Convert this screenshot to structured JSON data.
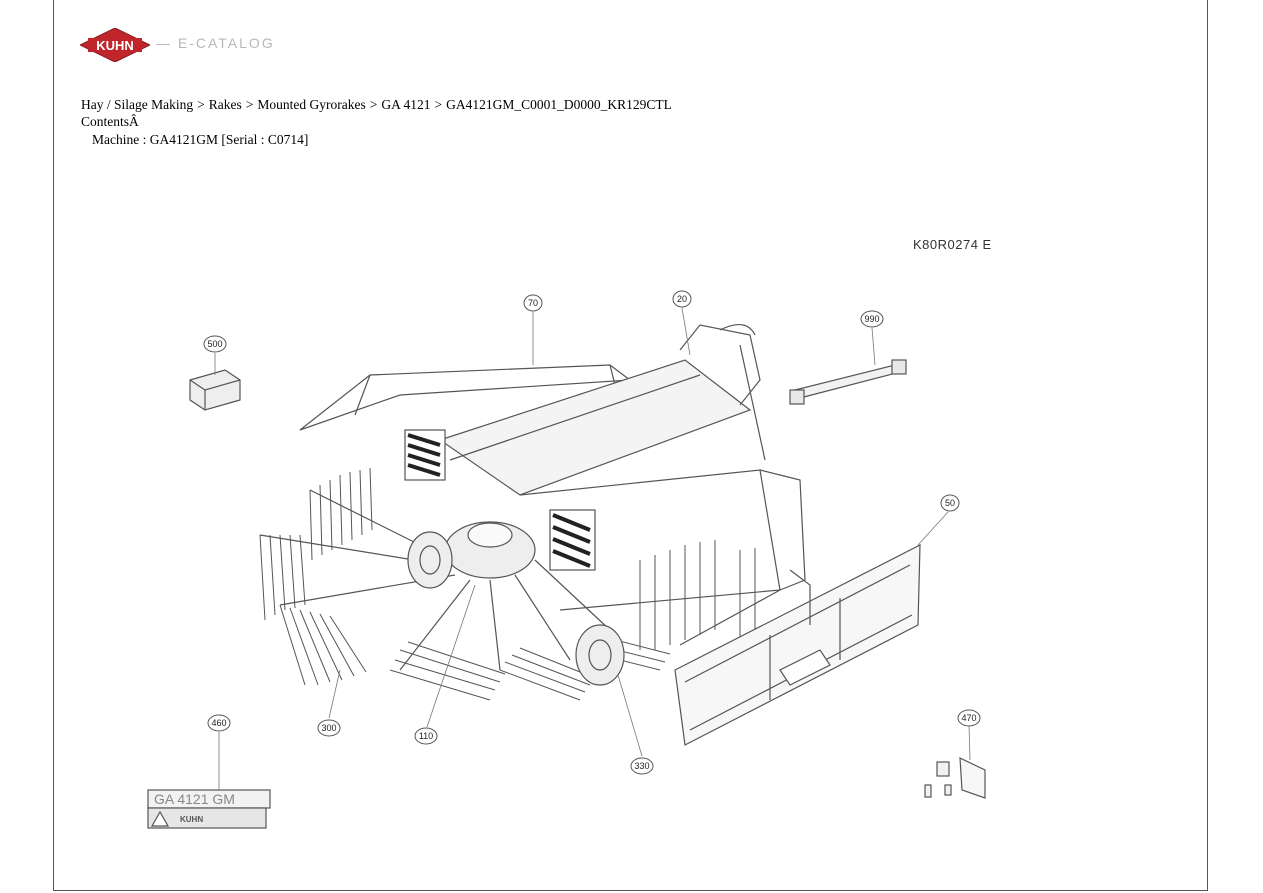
{
  "brand": {
    "logo_text": "KUHN",
    "catalog_label": "— E-CATALOG",
    "logo_color": "#c0252b"
  },
  "breadcrumb": {
    "items": [
      "Hay / Silage Making",
      "Rakes",
      "Mounted Gyrorakes",
      "GA 4121",
      "GA4121GM_C0001_D0000_KR129CTL"
    ],
    "separator": ">"
  },
  "contents_label": "ContentsÂ",
  "machine_line": "Machine : GA4121GM [Serial : C0714]",
  "diagram": {
    "drawing_code": "K80R0274 E",
    "callouts": [
      "500",
      "70",
      "20",
      "990",
      "50",
      "460",
      "300",
      "110",
      "330",
      "470"
    ],
    "decal_text": "GA 4121 GM",
    "decal_logo": "KUHN",
    "line_color": "#555555"
  }
}
